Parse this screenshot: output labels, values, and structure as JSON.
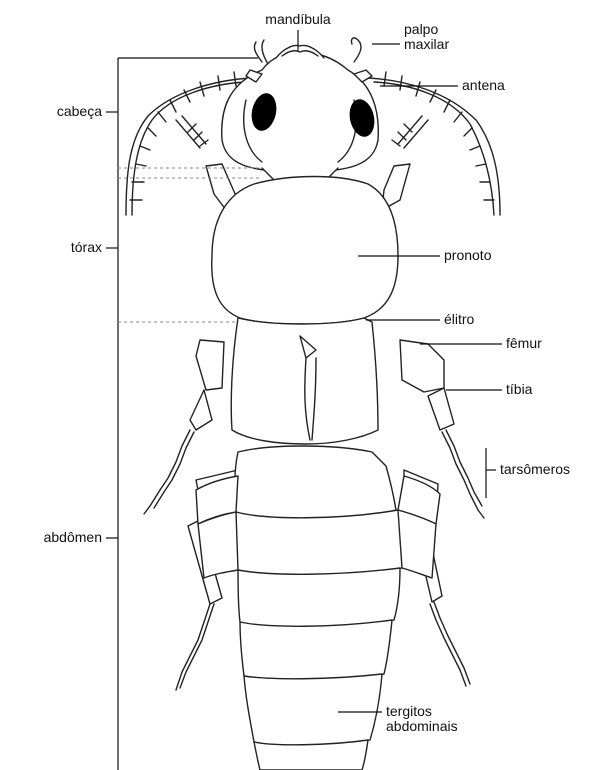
{
  "labels": {
    "mandibula": "mandíbula",
    "palpo": "palpo maxilar",
    "antena": "antena",
    "cabeca": "cabeça",
    "torax": "tórax",
    "pronoto": "pronoto",
    "elitro": "élitro",
    "femur": "fêmur",
    "tibia": "tíbia",
    "tarsomeros": "tarsômeros",
    "abdomen": "abdômen",
    "tergitos": "tergitos abdominais"
  },
  "colors": {
    "ink": "#111111",
    "eye": "#000000",
    "body_fill": "#ffffff",
    "guide": "#888888"
  }
}
